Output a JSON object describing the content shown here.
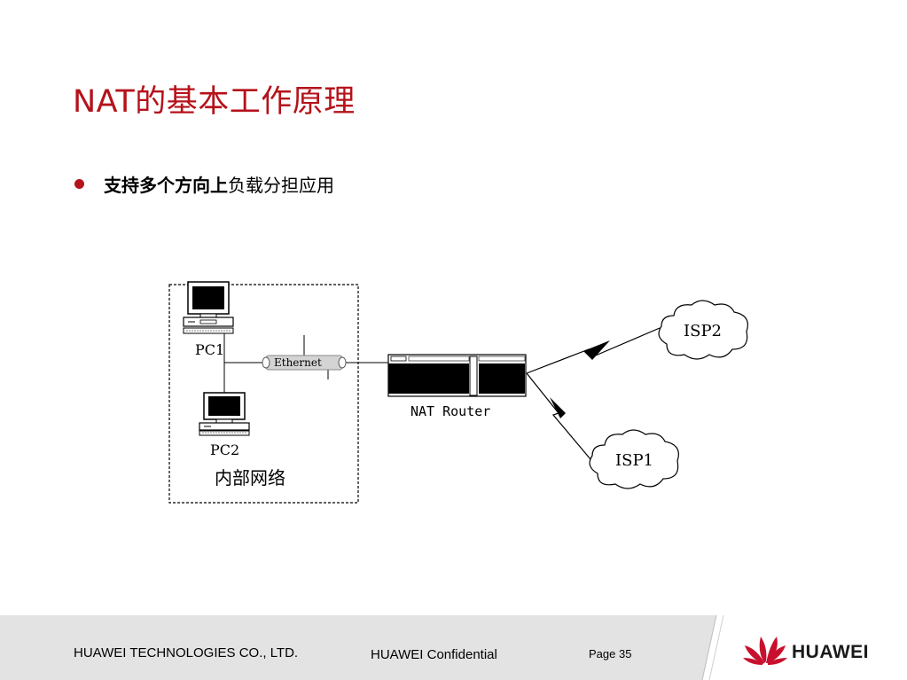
{
  "slide": {
    "title": "NAT的基本工作原理",
    "bullet": {
      "bold_text": "支持多个方向上",
      "normal_text": "负载分担应用"
    }
  },
  "diagram": {
    "pc1_label": "PC1",
    "pc2_label": "PC2",
    "ethernet_label": "Ethernet",
    "lan_label": "内部网络",
    "router_label": "NAT Router",
    "isp2_label": "ISP2",
    "isp1_label": "ISP1"
  },
  "footer": {
    "company": "HUAWEI TECHNOLOGIES CO., LTD.",
    "confidential": "HUAWEI Confidential",
    "page": "Page 35",
    "logo_text": "HUAWEI"
  },
  "colors": {
    "accent_red": "#b5121b",
    "footer_bg": "#e3e3e3"
  }
}
